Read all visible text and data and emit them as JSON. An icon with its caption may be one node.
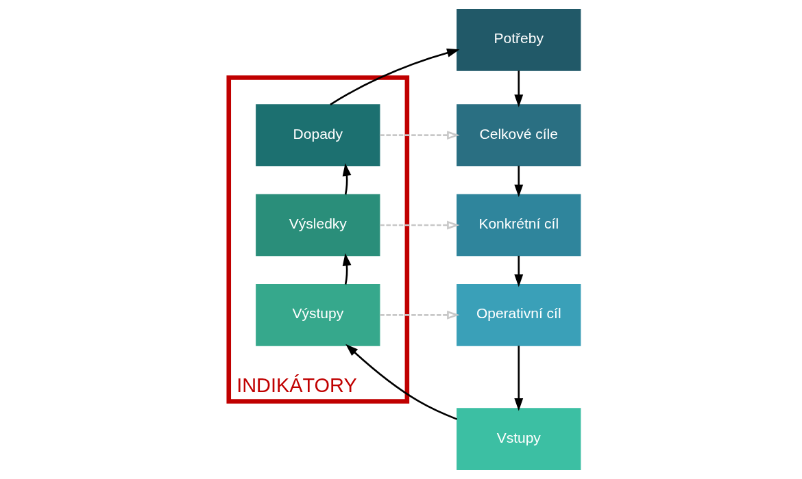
{
  "diagram": {
    "nodes": [
      {
        "text": [
          "Potřeby"
        ]
      },
      {
        "text": [
          "Celkové cíle"
        ]
      },
      {
        "text": [
          "Konkrétní cíl"
        ]
      },
      {
        "text": [
          "Operativní cíl"
        ]
      },
      {
        "text": [
          "Vstupy"
        ]
      },
      {
        "text": [
          "INDIKÁTORY"
        ]
      },
      {
        "text": [
          "Dopady"
        ],
        "in": 5
      },
      {
        "text": [
          "Výsledky"
        ],
        "in": 5
      },
      {
        "text": [
          "Výstupy"
        ],
        "in": 5
      }
    ],
    "edges": [
      {
        "from": 0,
        "to": 1,
        "arrow": "to"
      },
      {
        "from": 1,
        "to": 2,
        "arrow": "to"
      },
      {
        "from": 2,
        "to": 3,
        "arrow": "to"
      },
      {
        "from": 3,
        "to": 4,
        "arrow": "to"
      },
      {
        "from": 4,
        "to": 8,
        "arrow": "to"
      },
      {
        "from": 8,
        "to": 7,
        "arrow": "to"
      },
      {
        "from": 7,
        "to": 6,
        "arrow": "to"
      },
      {
        "from": 6,
        "to": 0,
        "arrow": "to"
      },
      {
        "from": 6,
        "to": 1,
        "arrow": "to",
        "style": "dashed",
        "color": "#c8c8c8"
      },
      {
        "from": 7,
        "to": 2,
        "arrow": "to",
        "style": "dashed",
        "color": "#c8c8c8"
      },
      {
        "from": 8,
        "to": 3,
        "arrow": "to",
        "style": "dashed",
        "color": "#c8c8c8"
      }
    ]
  }
}
